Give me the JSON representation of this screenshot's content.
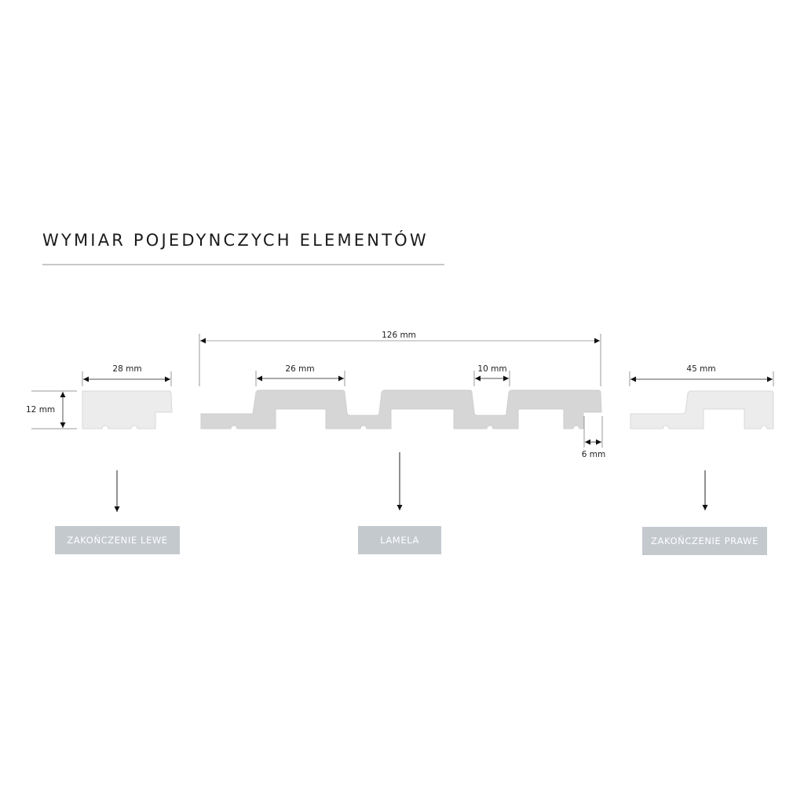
{
  "title": "WYMIAR POJEDYNCZYCH ELEMENTÓW",
  "dimensions": {
    "left_width": "28 mm",
    "left_height": "12 mm",
    "lamela_total": "126 mm",
    "lamela_rib": "26 mm",
    "lamela_gap": "10 mm",
    "lamela_tongue": "6 mm",
    "right_width": "45 mm"
  },
  "labels": {
    "left": "ZAKOŃCZENIE LEWE",
    "center": "LAMELA",
    "right": "ZAKOŃCZENIE PRAWE"
  },
  "colors": {
    "profile_fill": "#d6d6d6",
    "end_fill": "#ececec",
    "label_bg": "#c4c9ce",
    "rule": "#c8c8c8"
  }
}
